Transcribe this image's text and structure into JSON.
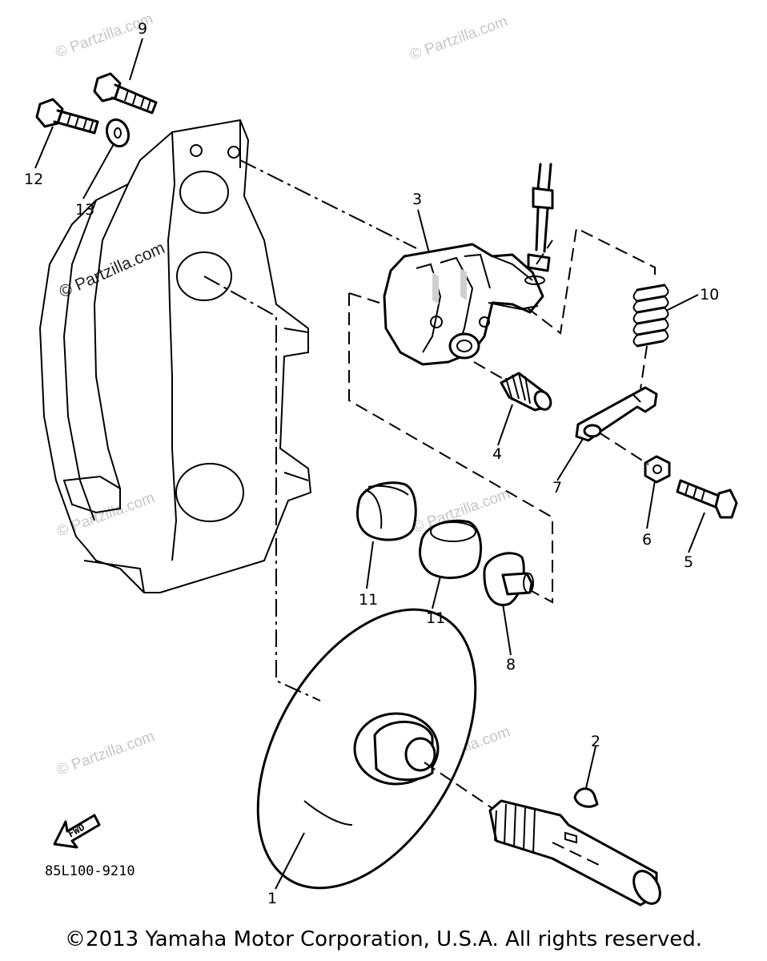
{
  "callouts": [
    "9",
    "12",
    "13",
    "3",
    "10",
    "4",
    "7",
    "6",
    "5",
    "11",
    "11",
    "8",
    "2",
    "1"
  ],
  "watermark": "© Partzilla.com",
  "drawing_code": "85L100-9210",
  "fwd_label": "FWD",
  "copyright": "©2013  Yamaha Motor Corporation, U.S.A. All rights reserved.",
  "colors": {
    "line": "#000000",
    "watermark": "#c6c6c6",
    "background": "#ffffff"
  }
}
